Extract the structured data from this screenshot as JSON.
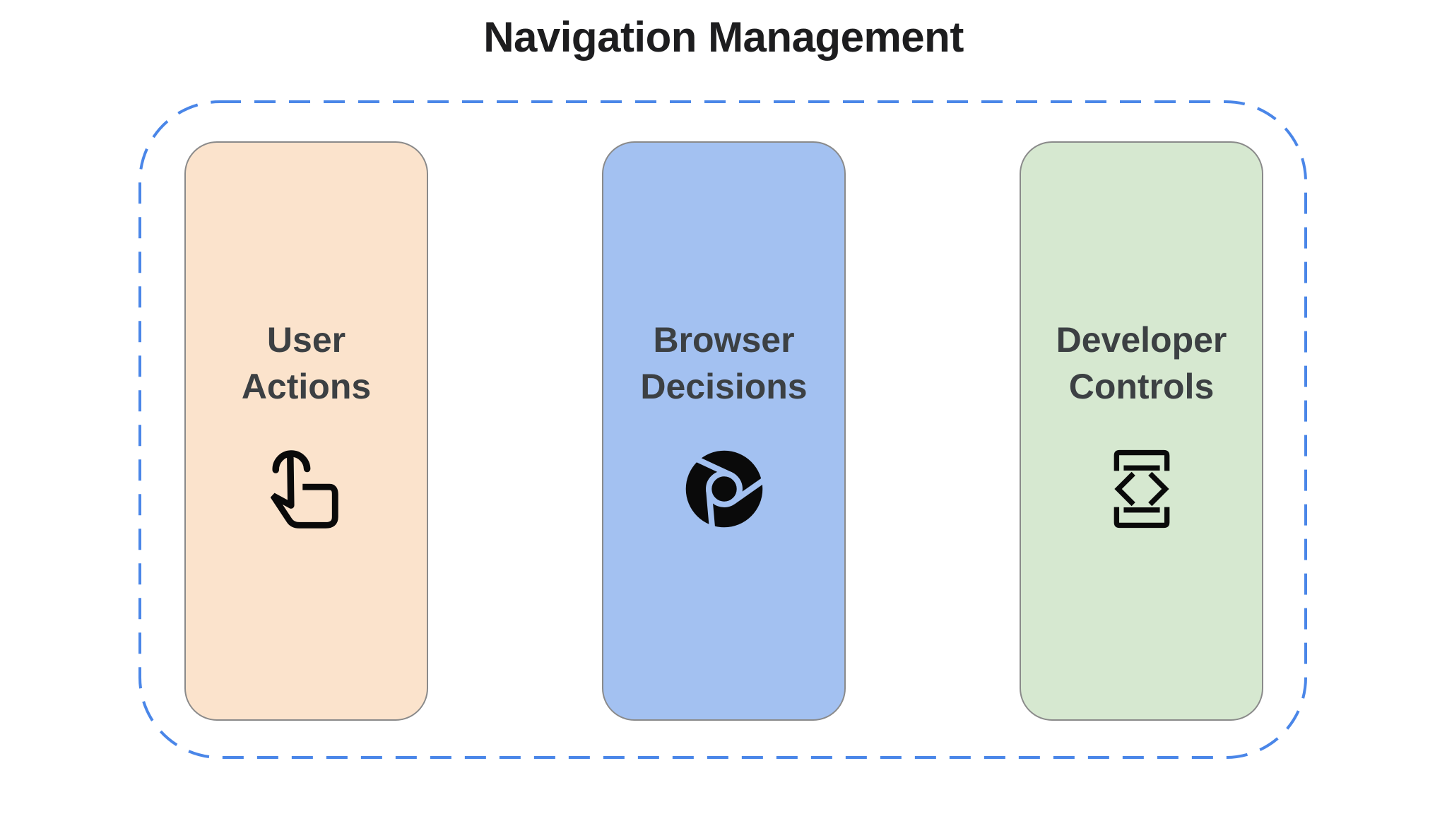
{
  "title": "Navigation Management",
  "diagram": {
    "container": {
      "border_color": "#4A86E8",
      "border_style": "dashed-rounded-rect"
    },
    "text_color": "#3C4043",
    "icon_color": "#0A0A0A",
    "cards": [
      {
        "id": "user-actions",
        "label": "User Actions",
        "bg_color": "#FBE3CC",
        "icon": "touch-gesture-icon"
      },
      {
        "id": "browser-decisions",
        "label": "Browser Decisions",
        "bg_color": "#A3C1F1",
        "icon": "chrome-browser-icon"
      },
      {
        "id": "developer-controls",
        "label": "Developer Controls",
        "bg_color": "#D6E8D0",
        "icon": "developer-mode-icon"
      }
    ]
  }
}
